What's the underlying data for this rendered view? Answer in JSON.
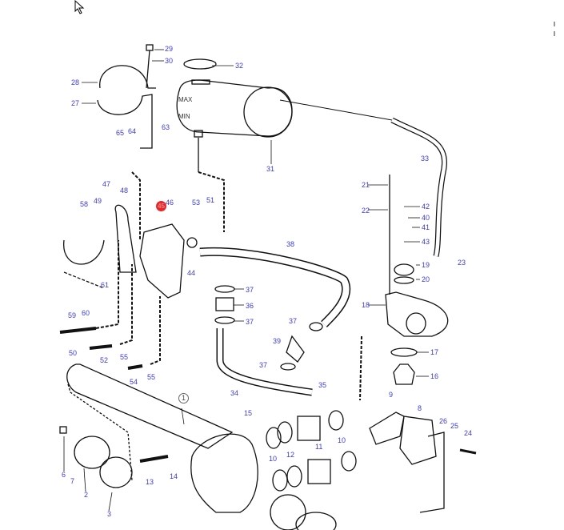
{
  "diagram": {
    "highlight_color": "#e8262a",
    "label_color": "#3b3bd6",
    "tank_marks": {
      "max": "MAX",
      "min": "MIN"
    },
    "labels": [
      "29",
      "30",
      "32",
      "28",
      "27",
      "31",
      "65",
      "64",
      "63",
      "47",
      "48",
      "21",
      "22",
      "42",
      "40",
      "41",
      "43",
      "33",
      "58",
      "49",
      "45",
      "46",
      "53",
      "51",
      "38",
      "19",
      "20",
      "23",
      "44",
      "61",
      "18",
      "37",
      "36",
      "37",
      "59",
      "60",
      "37",
      "39",
      "17",
      "16",
      "50",
      "52",
      "55",
      "54",
      "55",
      "37",
      "34",
      "35",
      "9",
      "8",
      "15",
      "1",
      "26",
      "25",
      "24",
      "10",
      "12",
      "11",
      "10",
      "6",
      "7",
      "2",
      "3",
      "13",
      "14"
    ]
  }
}
